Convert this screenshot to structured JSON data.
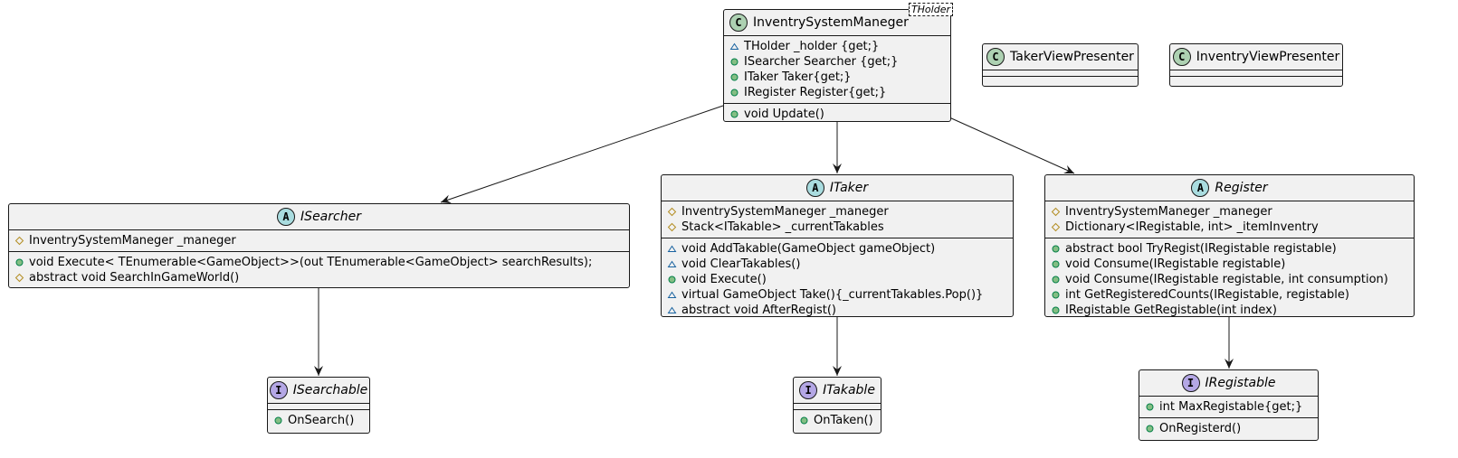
{
  "classes": {
    "manager": {
      "badge": "C",
      "name": "InventrySystemManeger",
      "type_param": "THolder",
      "fields": [
        {
          "vis": "package",
          "text": "THolder _holder {get;}"
        },
        {
          "vis": "public",
          "text": "ISearcher Searcher {get;}"
        },
        {
          "vis": "public",
          "text": "ITaker Taker{get;}"
        },
        {
          "vis": "public",
          "text": "IRegister Register{get;}"
        }
      ],
      "methods": [
        {
          "vis": "public",
          "text": "void Update()"
        }
      ]
    },
    "taker_presenter": {
      "badge": "C",
      "name": "TakerViewPresenter"
    },
    "inventry_presenter": {
      "badge": "C",
      "name": "InventryViewPresenter"
    },
    "searcher": {
      "badge": "A",
      "name": "ISearcher",
      "fields": [
        {
          "vis": "protected",
          "text": "InventrySystemManeger _maneger"
        }
      ],
      "methods": [
        {
          "vis": "public",
          "text": "void Execute< TEnumerable<GameObject>>(out TEnumerable<GameObject> searchResults);"
        },
        {
          "vis": "protected",
          "text": "abstract void SearchInGameWorld()"
        }
      ]
    },
    "taker": {
      "badge": "A",
      "name": "ITaker",
      "fields": [
        {
          "vis": "protected",
          "text": "InventrySystemManeger _maneger"
        },
        {
          "vis": "protected",
          "text": "Stack<ITakable> _currentTakables"
        }
      ],
      "methods": [
        {
          "vis": "package",
          "text": "void AddTakable(GameObject gameObject)"
        },
        {
          "vis": "package",
          "text": "void ClearTakables()"
        },
        {
          "vis": "public",
          "text": "void Execute()"
        },
        {
          "vis": "package",
          "text": "virtual GameObject Take(){_currentTakables.Pop()}"
        },
        {
          "vis": "package",
          "text": "abstract void AfterRegist()"
        }
      ]
    },
    "register": {
      "badge": "A",
      "name": "Register",
      "fields": [
        {
          "vis": "protected",
          "text": "InventrySystemManeger _maneger"
        },
        {
          "vis": "protected",
          "text": "Dictionary<IRegistable, int> _itemInventry"
        }
      ],
      "methods": [
        {
          "vis": "public",
          "text": "abstract bool TryRegist(IRegistable registable)"
        },
        {
          "vis": "public",
          "text": "void Consume(IRegistable registable)"
        },
        {
          "vis": "public",
          "text": "void Consume(IRegistable registable, int consumption)"
        },
        {
          "vis": "public",
          "text": "int GetRegisteredCounts(IRegistable, registable)"
        },
        {
          "vis": "public",
          "text": "IRegistable GetRegistable(int index)"
        }
      ]
    },
    "searchable": {
      "badge": "I",
      "name": "ISearchable",
      "fields": [],
      "methods": [
        {
          "vis": "public",
          "text": "OnSearch()"
        }
      ]
    },
    "takable": {
      "badge": "I",
      "name": "ITakable",
      "fields": [],
      "methods": [
        {
          "vis": "public",
          "text": "OnTaken()"
        }
      ]
    },
    "registable": {
      "badge": "I",
      "name": "IRegistable",
      "fields": [
        {
          "vis": "public",
          "text": "int MaxRegistable{get;}"
        }
      ],
      "methods": [
        {
          "vis": "public",
          "text": "OnRegisterd()"
        }
      ]
    }
  },
  "colors": {
    "class_badge": "#add1b2",
    "abstract_badge": "#a9dcdf",
    "interface_badge": "#b4a7e5",
    "box_fill": "#f1f1f1",
    "border": "#181818",
    "vis_public": "#84be84",
    "vis_package": "#1963a0",
    "vis_protected": "#b38d22"
  }
}
